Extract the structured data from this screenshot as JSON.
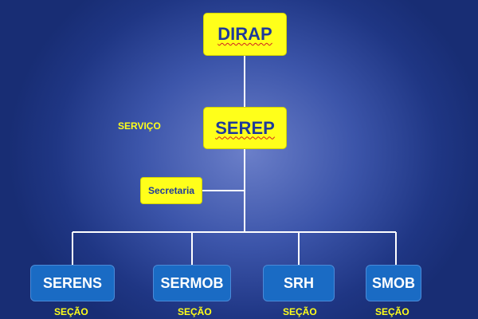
{
  "diagram": {
    "top": {
      "label": "DIRAP"
    },
    "service": {
      "label": "SEREP",
      "caption": "SERVIÇO"
    },
    "secretary": {
      "label": "Secretaria"
    },
    "sections": [
      {
        "label": "SERENS",
        "caption": "SEÇÃO"
      },
      {
        "label": "SERMOB",
        "caption": "SEÇÃO"
      },
      {
        "label": "SRH",
        "caption": "SEÇÃO"
      },
      {
        "label": "SMOB",
        "caption": "SEÇÃO"
      }
    ]
  },
  "colors": {
    "background": "#2a43a0",
    "box_yellow": "#ffff1a",
    "box_blue": "#1a6bc4",
    "connector": "#ffffff",
    "text_blue": "#1e3a9a",
    "caption_yellow": "#ffff1a"
  }
}
